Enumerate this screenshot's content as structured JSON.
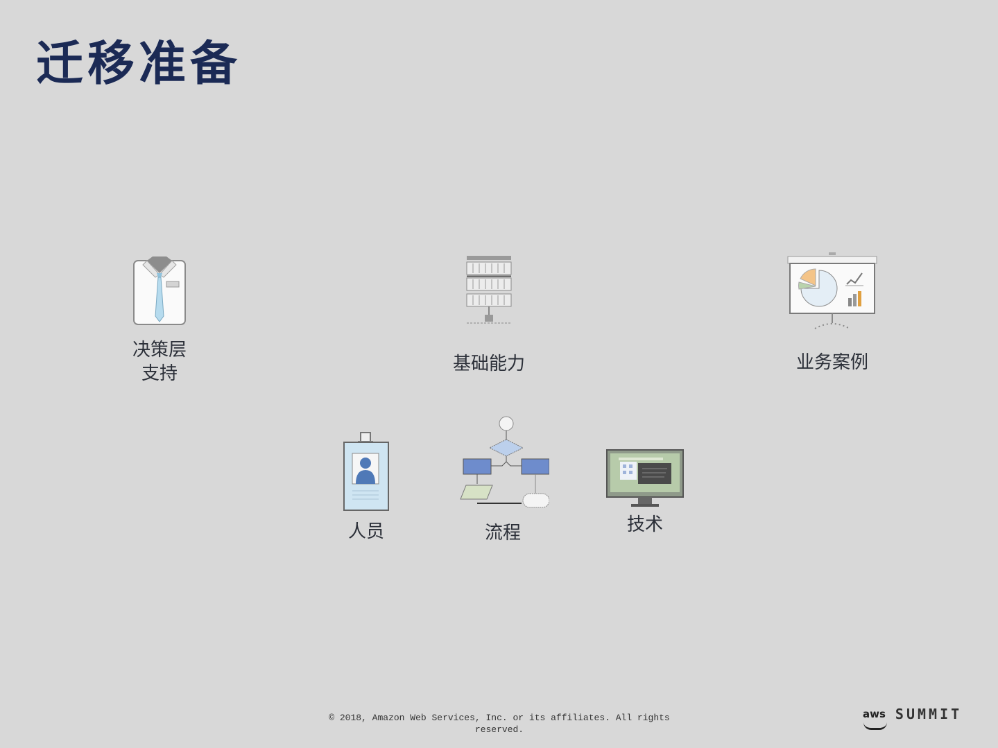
{
  "slide": {
    "title": "迁移准备",
    "items": [
      {
        "id": "executive-support",
        "label": "决策层\n支持",
        "icon": "shirt-tie-icon"
      },
      {
        "id": "foundational-capability",
        "label": "基础能力",
        "icon": "server-rack-icon"
      },
      {
        "id": "business-case",
        "label": "业务案例",
        "icon": "presentation-board-icon"
      },
      {
        "id": "people",
        "label": "人员",
        "icon": "id-badge-icon"
      },
      {
        "id": "process",
        "label": "流程",
        "icon": "flowchart-icon"
      },
      {
        "id": "technology",
        "label": "技术",
        "icon": "monitor-icon"
      }
    ],
    "footer": {
      "copyright_line1": "© 2018, Amazon Web Services, Inc. or its affiliates. All rights",
      "copyright_line2": "reserved."
    },
    "logo": {
      "brand": "aws",
      "event": "SUMMIT"
    }
  },
  "colors": {
    "background": "#d8d8d8",
    "title": "#1b2a55",
    "label": "#2b2f38"
  }
}
